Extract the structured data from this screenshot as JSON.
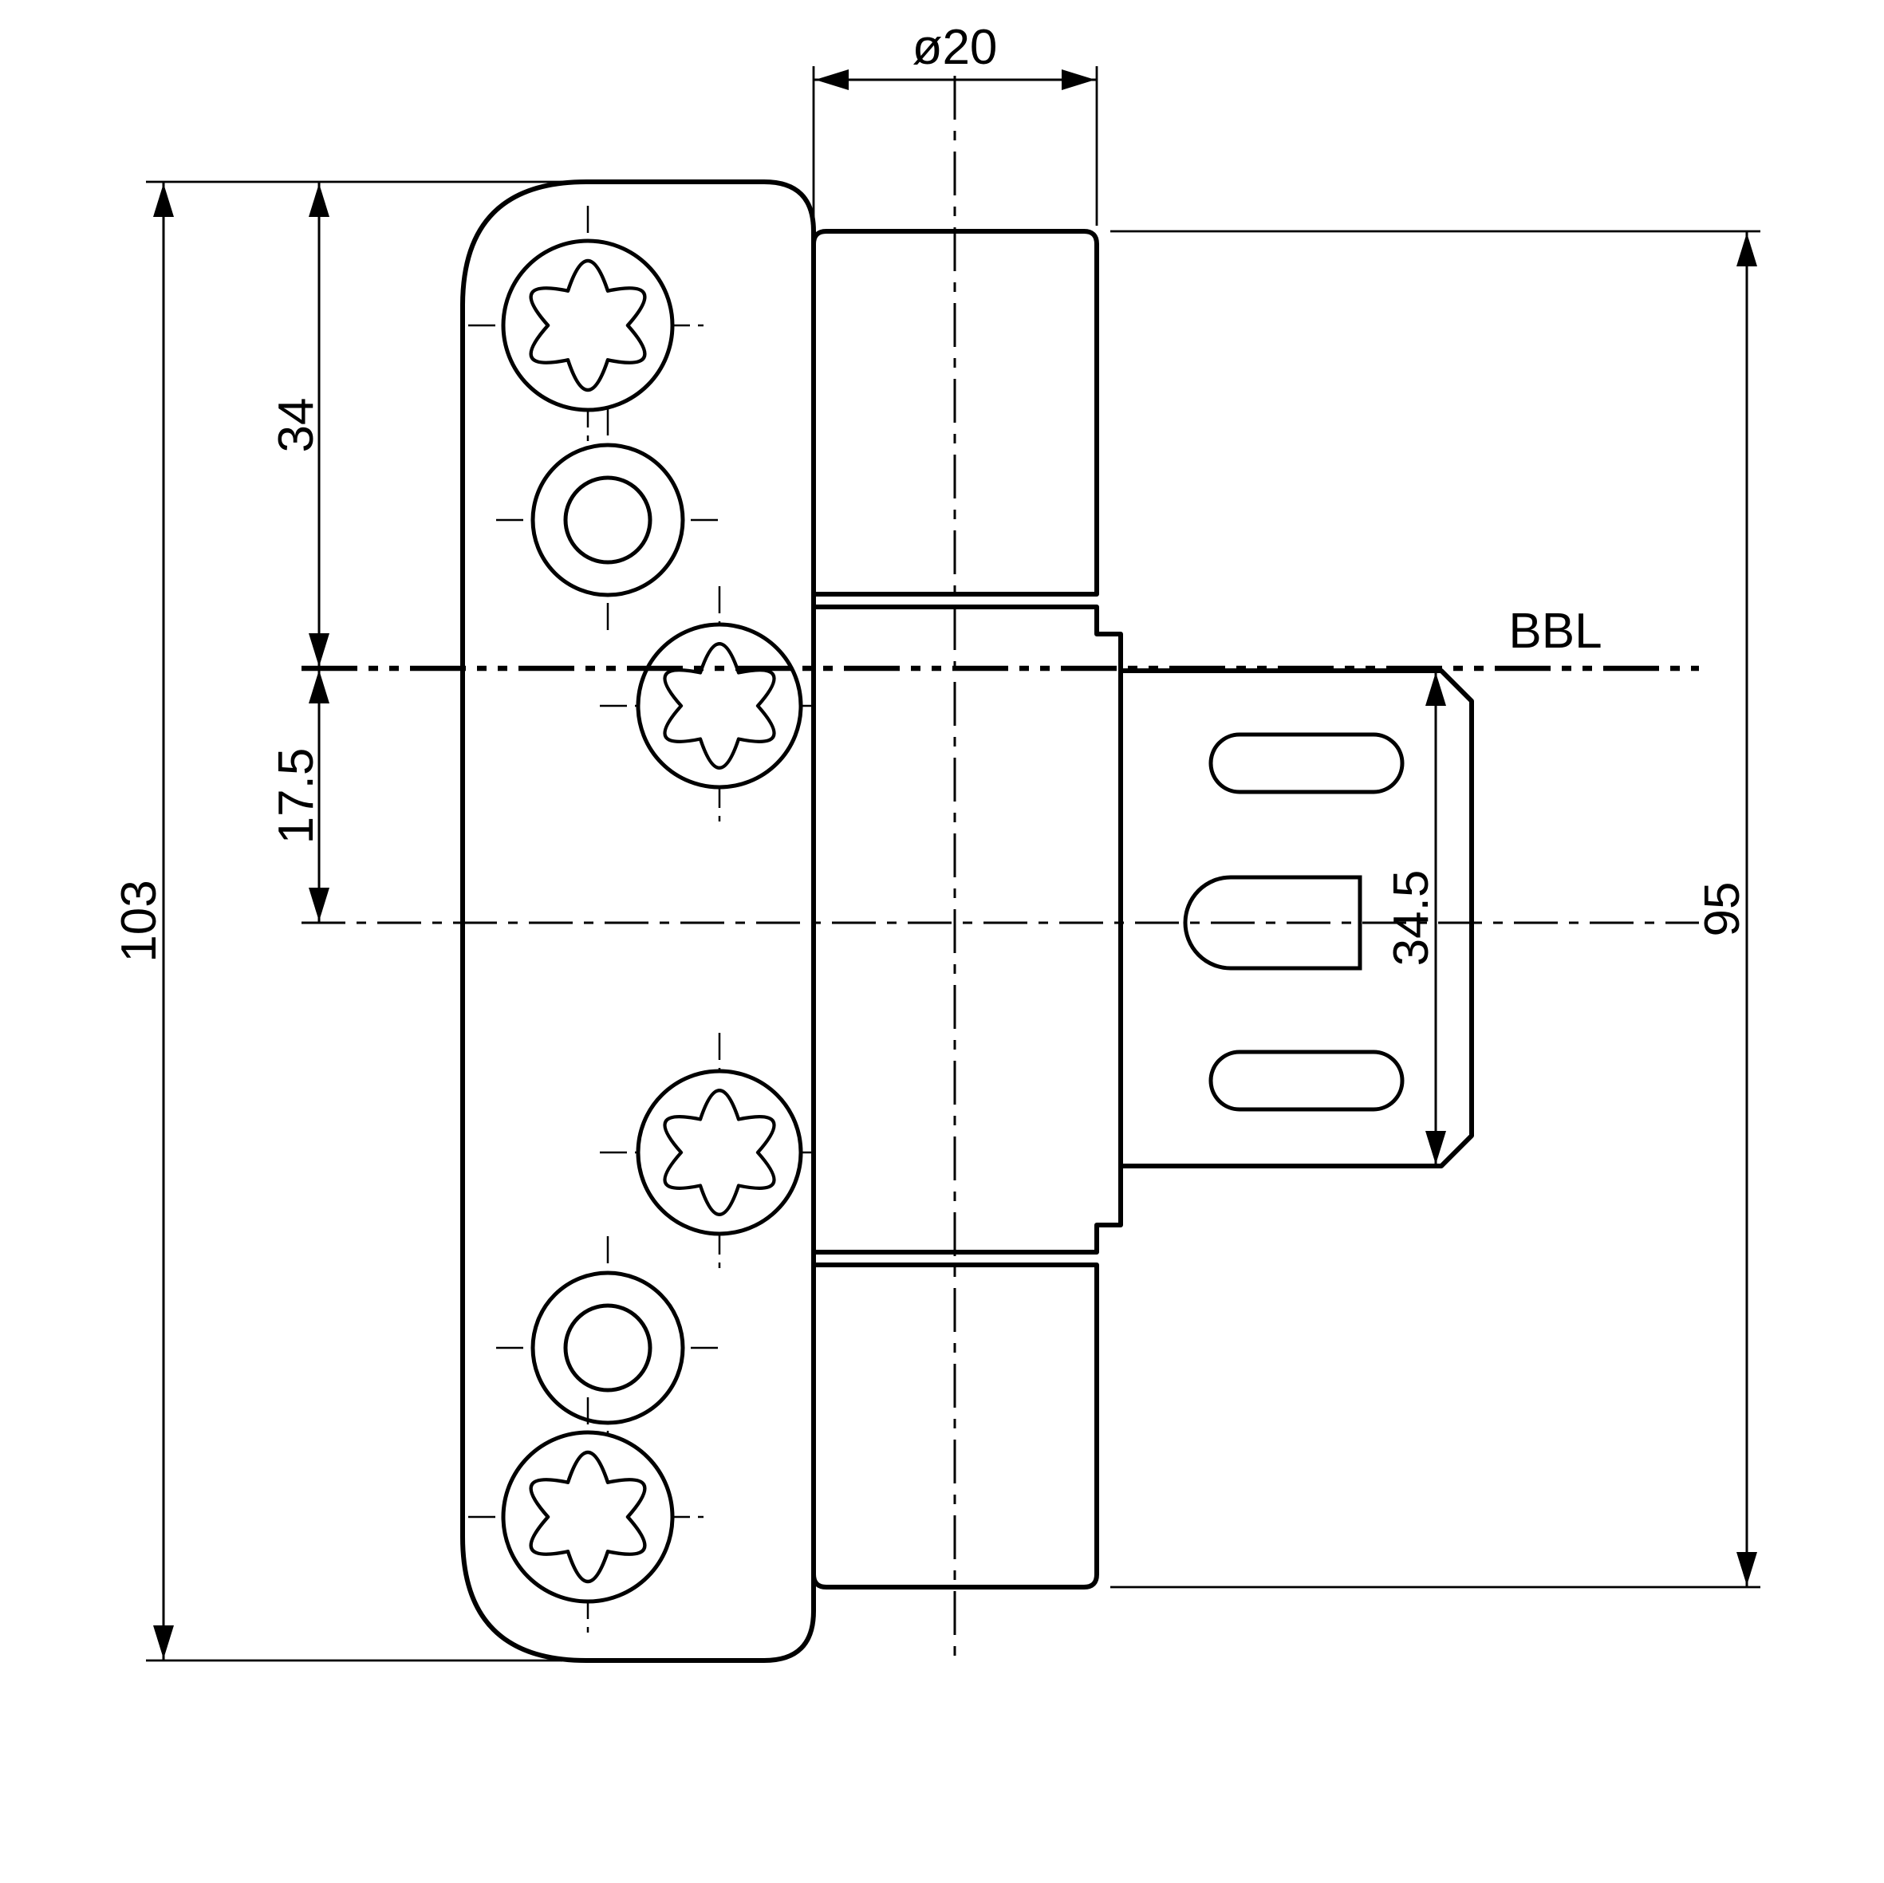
{
  "diagram": {
    "type": "technical-drawing-hinge",
    "labels": {
      "dim_diameter": "ø20",
      "dim_plate_height": "103",
      "dim_top_to_bbl": "34",
      "dim_bbl_to_center": "17.5",
      "dim_bracket_span": "34.5",
      "dim_barrel_height": "95",
      "ref_line": "BBL"
    },
    "colors": {
      "ink": "#000000",
      "paper": "#ffffff"
    }
  }
}
